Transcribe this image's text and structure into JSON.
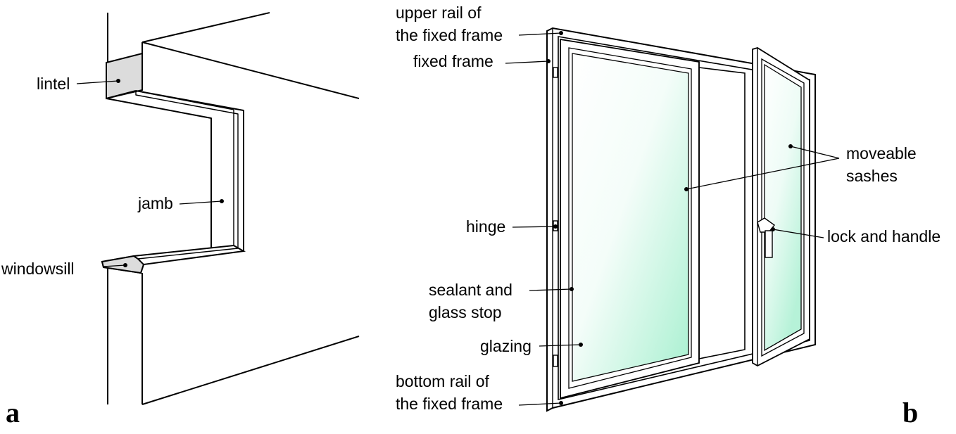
{
  "panel_a": {
    "letter": "a",
    "labels": {
      "lintel": "lintel",
      "jamb": "jamb",
      "windowsill": "windowsill"
    }
  },
  "panel_b": {
    "letter": "b",
    "labels": {
      "upper_rail_line1": "upper rail of",
      "upper_rail_line2": "the fixed frame",
      "fixed_frame": "fixed frame",
      "hinge": "hinge",
      "sealant_line1": "sealant and",
      "sealant_line2": "glass stop",
      "glazing": "glazing",
      "bottom_rail_line1": "bottom rail of",
      "bottom_rail_line2": "the fixed frame",
      "moveable_line1": "moveable",
      "moveable_line2": "sashes",
      "lock_handle": "lock and handle"
    }
  },
  "colors": {
    "line": "#000000",
    "masonry_section": "#dcdcdc",
    "glass_light": "#ffffff",
    "glass_tint": "#a8f0d0",
    "sky_dark": "#3a3a38",
    "sky_glow": "#e8d48a",
    "grass": "#3e7a2c"
  }
}
